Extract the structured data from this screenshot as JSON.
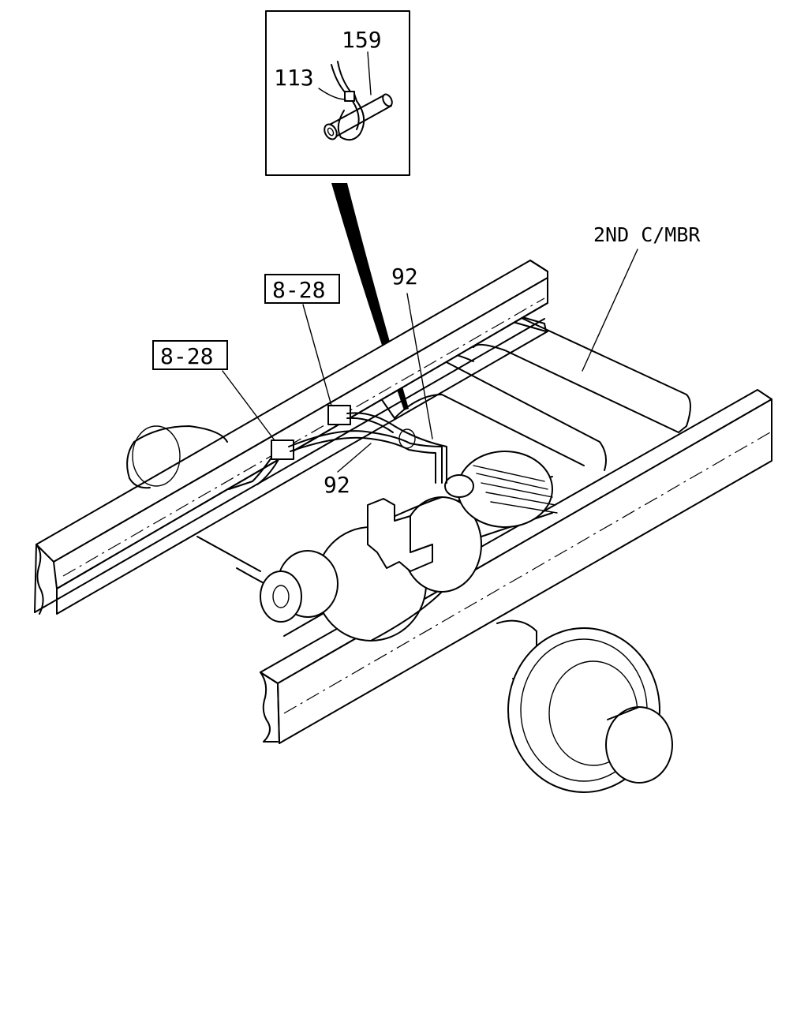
{
  "callouts": {
    "inset_top": "159",
    "inset_left": "113",
    "frame_member": "2ND C/MBR",
    "hose_upper": "92",
    "hose_lower": "92",
    "ref_box_upper": "8-28",
    "ref_box_lower": "8-28"
  }
}
